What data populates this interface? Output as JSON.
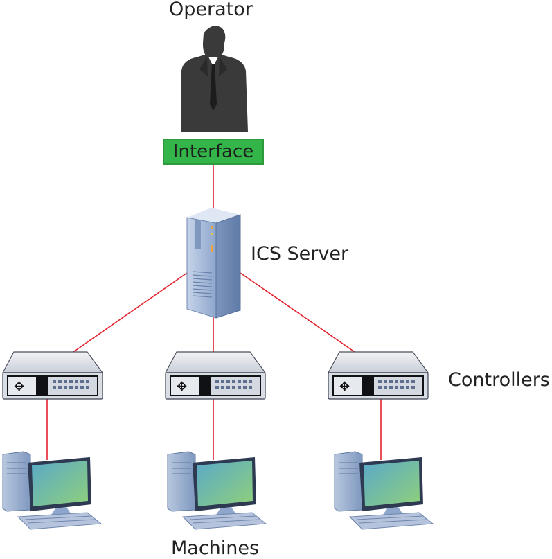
{
  "labels": {
    "operator": "Operator",
    "interface": "Interface",
    "server": "ICS Server",
    "controllers": "Controllers",
    "machines": "Machines"
  },
  "nodes": {
    "operator": {
      "icon": "person-in-suit-icon"
    },
    "interface": {
      "icon": "interface-box"
    },
    "server": {
      "icon": "server-tower-icon"
    },
    "controllers": [
      {
        "icon": "network-switch-icon"
      },
      {
        "icon": "network-switch-icon"
      },
      {
        "icon": "network-switch-icon"
      }
    ],
    "machines": [
      {
        "icon": "desktop-computer-icon"
      },
      {
        "icon": "desktop-computer-icon"
      },
      {
        "icon": "desktop-computer-icon"
      }
    ]
  },
  "colors": {
    "link": "#e2232e",
    "interface_fill": "#33b54a",
    "operator": "#3a3a3a",
    "server": "#a9bddb",
    "controller": "#d9dde4",
    "monitor_screen": "#6db48e"
  }
}
